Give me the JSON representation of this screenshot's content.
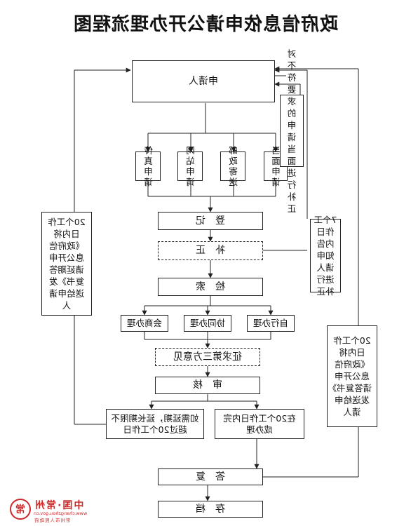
{
  "title": "政府信息依申请公开办理流程图",
  "nodes": {
    "applicant": "申请人",
    "channels": [
      "当面申请",
      "邮政寄送",
      "网站申请",
      "传真申请"
    ],
    "register": "登记",
    "supplement": "补正",
    "search": "检索",
    "handlers": [
      "自行办理",
      "协同办理",
      "会商办理"
    ],
    "third_party": "征求第三方意见",
    "review": "审核",
    "complete_in_20": "在20个工作日内完成办理",
    "extension": "如需延期，延长期限不超过20个工作日",
    "reply": "答复",
    "archive": "存档"
  },
  "notes": {
    "on_site_supplement": "对不符要求的申请当面进行补正",
    "seven_days_notice": "7个工作日内告知申请人进行补正",
    "twenty_days_delivery": "20个工作日内将《政府信息公开申请答复书》发送给申请人",
    "extended_delivery": "20个工作日内将《政府信息公开申请延期答复书》发送给申请人"
  },
  "logo": {
    "name": "中国·常州",
    "url": "www.changzhou.gov.cn",
    "slogan": "常州市人民政府"
  },
  "colors": {
    "lines": "#222222",
    "logo": "#cc2a2a"
  }
}
